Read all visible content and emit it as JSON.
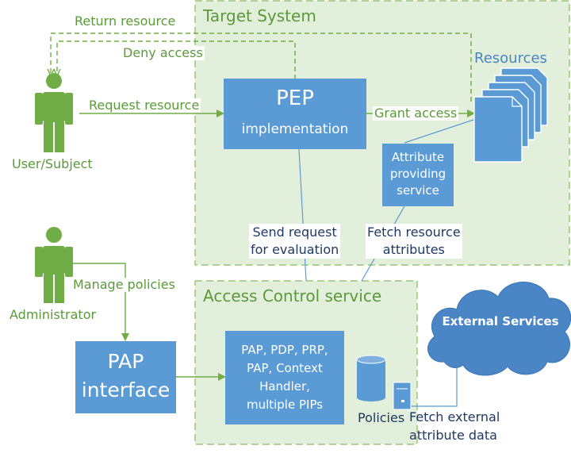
{
  "regions": {
    "target_system": "Target System",
    "access_control": "Access Control service",
    "resources": "Resources"
  },
  "actors": {
    "user": "User/Subject",
    "admin": "Administrator"
  },
  "boxes": {
    "pep_title": "PEP",
    "pep_sub": "implementation",
    "attr_service": [
      "Attribute",
      "providing",
      "service"
    ],
    "pap_interface": [
      "PAP",
      "interface"
    ],
    "acs_components": [
      "PAP, PDP, PRP,",
      "PAP, Context",
      "Handler,",
      "multiple PIPs"
    ],
    "policies": "Policies",
    "external": "External Services"
  },
  "flows": {
    "return_resource": "Return resource",
    "deny_access": "Deny access",
    "request_resource": "Request resource",
    "grant_access": "Grant access",
    "send_request": [
      "Send request",
      "for evaluation"
    ],
    "fetch_resource": [
      "Fetch resource",
      "attributes"
    ],
    "manage_policies": "Manage policies",
    "fetch_external": [
      "Fetch external",
      "attribute data"
    ]
  },
  "colors": {
    "green": "#70ad47",
    "region_fill": "#e2efda",
    "box_blue": "#5b9bd5",
    "cloud_blue": "#4a86c5",
    "line_blue": "#5b9bd5"
  }
}
